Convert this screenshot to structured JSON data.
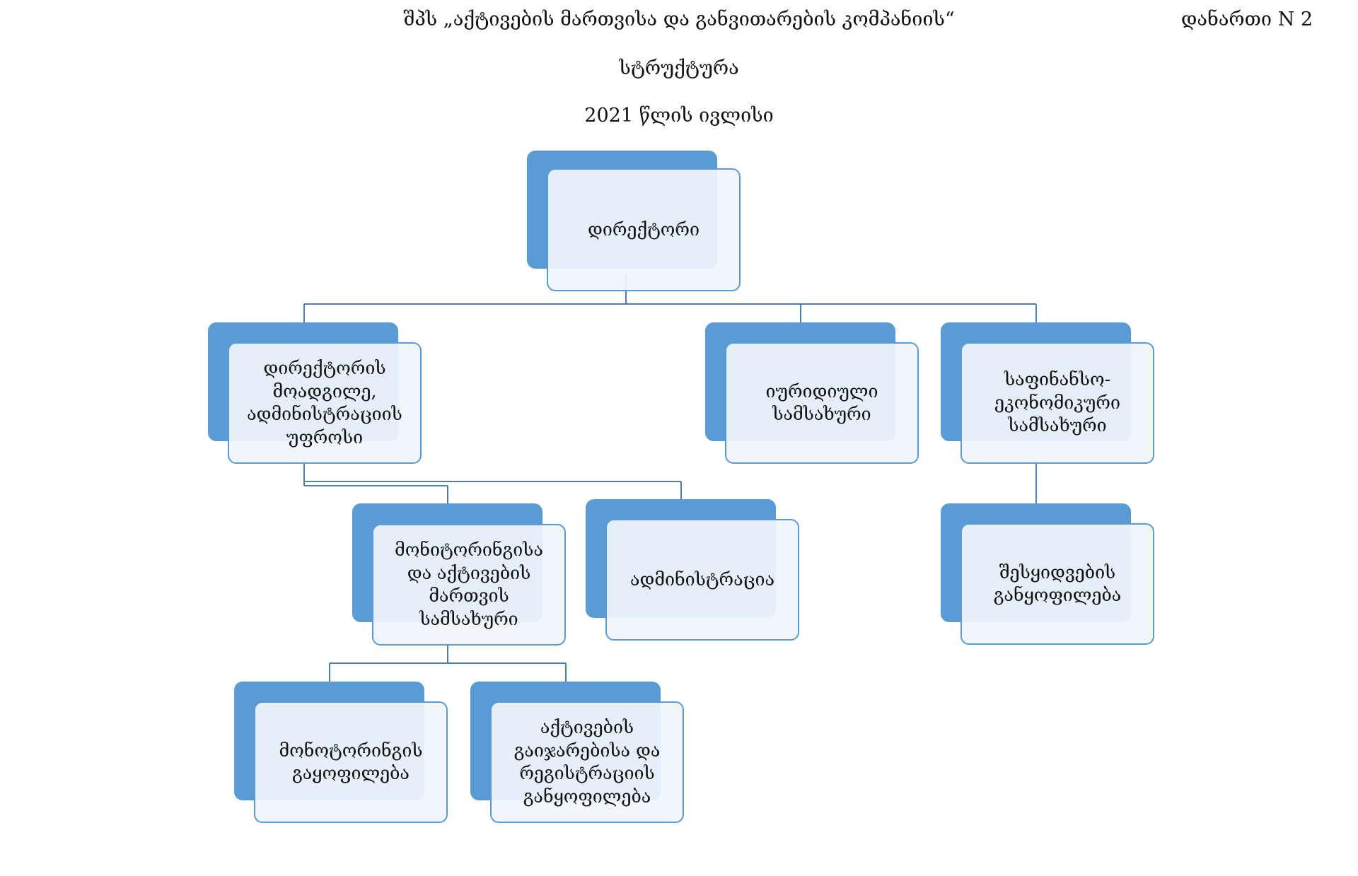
{
  "header": {
    "company_line": "შპს „აქტივების მართვისა და განვითარების კომპანიის“",
    "annex": "დანართი N 2",
    "structure": "სტრუქტურა",
    "date": "2021 წლის ივლისი"
  },
  "colors": {
    "accent": "#5b9bd5",
    "box_fill": "#f0f5fc",
    "connector": "#4a7fb5"
  },
  "nodes": {
    "director": "დირექტორი",
    "deputy_director": "დირექტორის მოადგილე, ადმინისტრაციის უფროსი",
    "legal_service": "იურიდიული სამსახური",
    "financial_service": "საფინანსო-ეკონომიკური სამსახური",
    "monitoring_service": "მონიტორინგისა და აქტივების მართვის სამსახური",
    "administration": "ადმინისტრაცია",
    "procurement_division": "შესყიდვების განყოფილება",
    "monitoring_division": "მონოტორინგის გაყოფილება",
    "asset_registration_division": "აქტივების გაიჯარებისა და რეგისტრაციის განყოფილება"
  }
}
